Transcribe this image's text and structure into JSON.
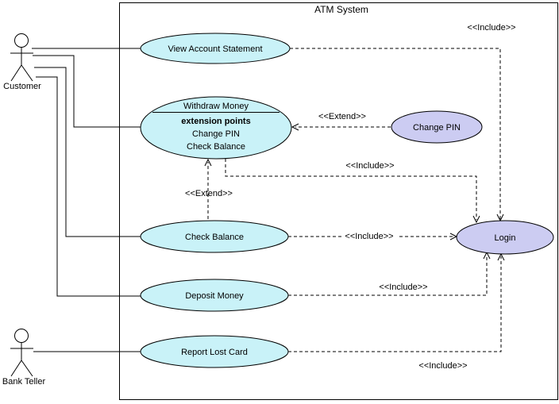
{
  "diagram": {
    "title": "ATM System",
    "colors": {
      "usecase_fill": "#c9f2f8",
      "secondary_fill": "#ccccf2",
      "actor_head_fill": "#53c0ea",
      "stroke": "#000000",
      "background": "#ffffff"
    },
    "actors": [
      {
        "name": "Customer"
      },
      {
        "name": "Bank Teller"
      }
    ],
    "use_cases": [
      {
        "label": "View Account Statement"
      },
      {
        "label": "Withdraw Money",
        "extension_points_header": "extension points",
        "extension_points": [
          "Change PIN",
          "Check Balance"
        ]
      },
      {
        "label": "Change PIN"
      },
      {
        "label": "Check Balance"
      },
      {
        "label": "Deposit Money"
      },
      {
        "label": "Report Lost Card"
      },
      {
        "label": "Login"
      }
    ],
    "stereotypes": {
      "include": "<<Include>>",
      "extend": "<<Extend>>"
    }
  }
}
